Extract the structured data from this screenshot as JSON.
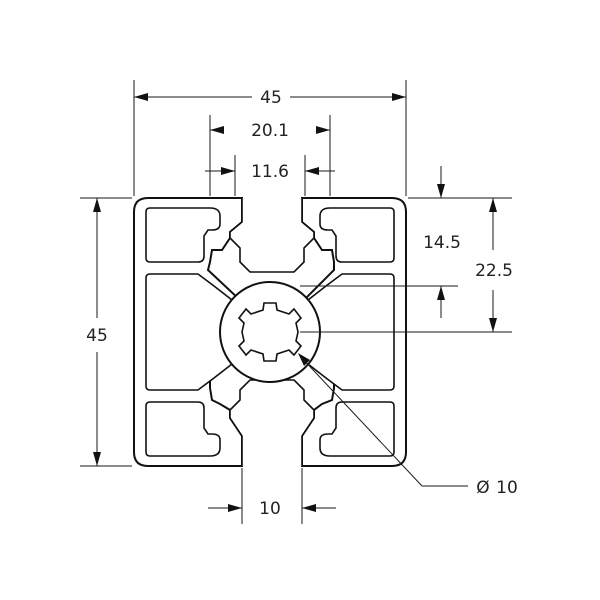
{
  "diagram": {
    "title": "",
    "profile_shape": "45x45 aluminium T-slot extrusion cross-section",
    "dimensions": {
      "overall_width": "45",
      "slot_opening_outer": "20.1",
      "slot_opening_inner": "11.6",
      "offset_small": "14.5",
      "half_height": "22.5",
      "overall_height": "45",
      "slot_width": "10",
      "center_bore": "10",
      "diameter_symbol": "Ø"
    },
    "colors": {
      "line": "#111111",
      "background": "#ffffff",
      "text": "#222222"
    }
  }
}
